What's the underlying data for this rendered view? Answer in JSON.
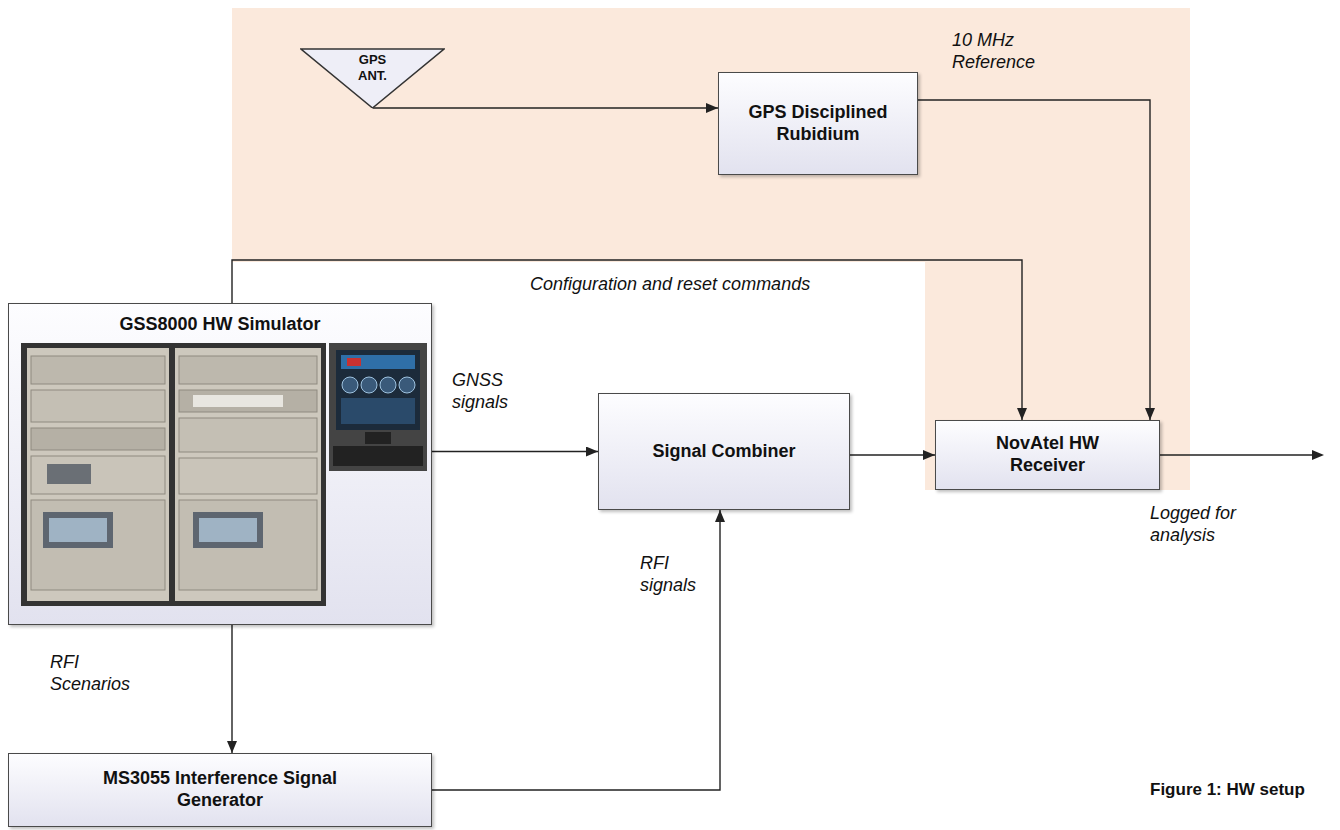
{
  "diagram": {
    "caption": "Figure 1: HW setup",
    "nodes": [
      {
        "text": [
          "GPS ANT."
        ]
      },
      {
        "text": [
          "GPS Disciplined Rubidium"
        ]
      },
      {
        "text": [
          "GSS8000 HW Simulator"
        ]
      },
      {
        "text": [
          "Signal Combiner"
        ]
      },
      {
        "text": [
          "NovAtel HW Receiver"
        ]
      },
      {
        "text": [
          "MS3055 Interference Signal Generator"
        ]
      }
    ],
    "edges": [
      {
        "from": 0,
        "to": 1,
        "arrow": "to"
      },
      {
        "from": 1,
        "to": 4,
        "label": "10 MHz Reference",
        "arrow": "to"
      },
      {
        "from": 2,
        "to": 4,
        "label": "Configuration and reset commands",
        "arrow": "to"
      },
      {
        "from": 2,
        "to": 3,
        "label": "GNSS signals",
        "arrow": "to"
      },
      {
        "from": 3,
        "to": 4,
        "arrow": "to"
      },
      {
        "from": 2,
        "to": 5,
        "label": "RFI Scenarios",
        "arrow": "to"
      },
      {
        "from": 5,
        "to": 3,
        "label": "RFI signals",
        "arrow": "to"
      }
    ],
    "labels": [
      "Logged for analysis"
    ]
  }
}
